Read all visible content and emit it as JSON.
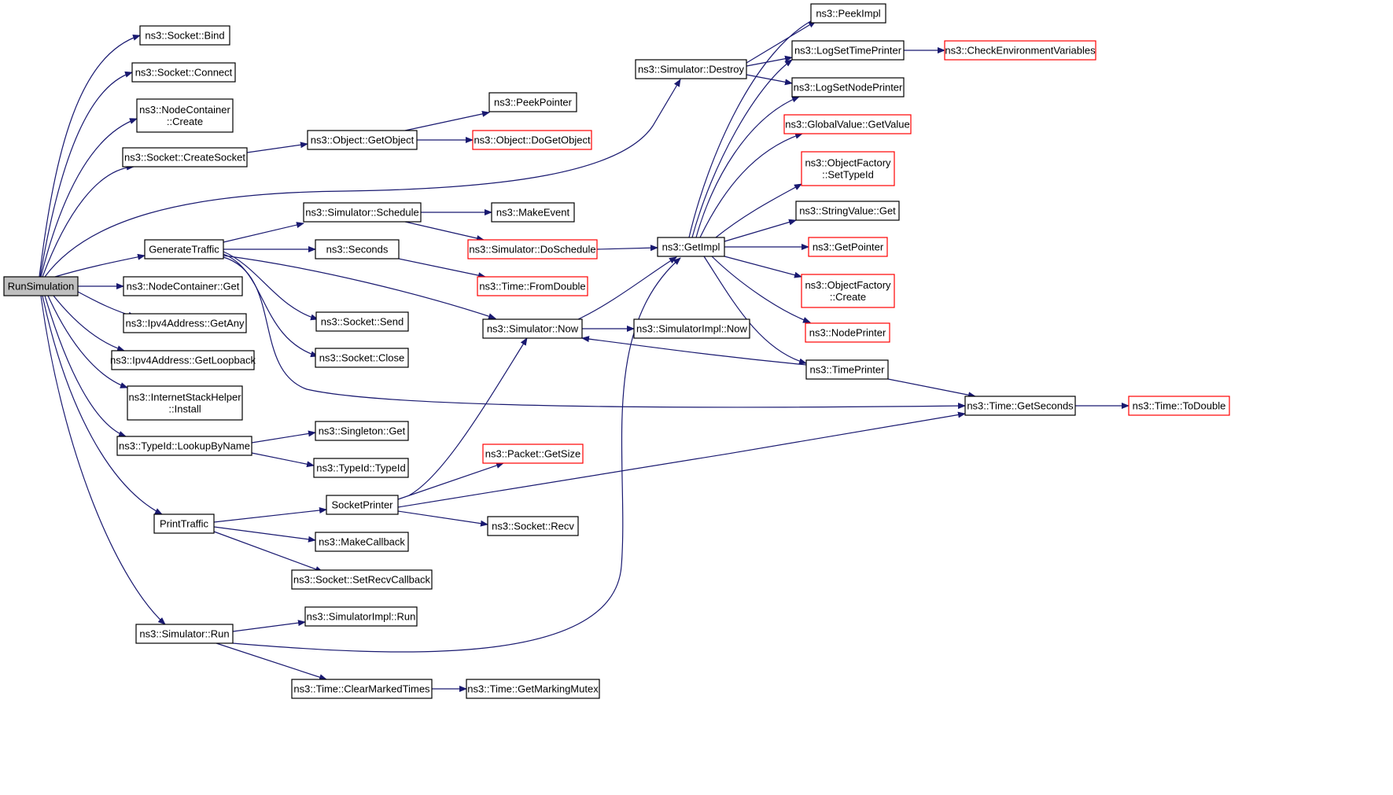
{
  "colors": {
    "edge": "#191970",
    "node_border": "#000000",
    "incomplete_border": "#ff0000",
    "root_fill": "#bfbfbf"
  },
  "nodes": [
    {
      "id": "run_simulation",
      "lines": [
        "RunSimulation"
      ],
      "style": "root"
    },
    {
      "id": "socket_bind",
      "lines": [
        "ns3::Socket::Bind"
      ]
    },
    {
      "id": "socket_connect",
      "lines": [
        "ns3::Socket::Connect"
      ]
    },
    {
      "id": "nodecontainer_create",
      "lines": [
        "ns3::NodeContainer",
        "::Create"
      ]
    },
    {
      "id": "socket_createsocket",
      "lines": [
        "ns3::Socket::CreateSocket"
      ]
    },
    {
      "id": "generate_traffic",
      "lines": [
        "GenerateTraffic"
      ]
    },
    {
      "id": "nodecontainer_get",
      "lines": [
        "ns3::NodeContainer::Get"
      ]
    },
    {
      "id": "ipv4_getany",
      "lines": [
        "ns3::Ipv4Address::GetAny"
      ]
    },
    {
      "id": "ipv4_getloopback",
      "lines": [
        "ns3::Ipv4Address::GetLoopback"
      ]
    },
    {
      "id": "internetstack_install",
      "lines": [
        "ns3::InternetStackHelper",
        "::Install"
      ]
    },
    {
      "id": "typeid_lookupbyname",
      "lines": [
        "ns3::TypeId::LookupByName"
      ]
    },
    {
      "id": "print_traffic",
      "lines": [
        "PrintTraffic"
      ]
    },
    {
      "id": "simulator_run",
      "lines": [
        "ns3::Simulator::Run"
      ]
    },
    {
      "id": "object_getobject",
      "lines": [
        "ns3::Object::GetObject"
      ]
    },
    {
      "id": "simulator_schedule",
      "lines": [
        "ns3::Simulator::Schedule"
      ]
    },
    {
      "id": "seconds",
      "lines": [
        "ns3::Seconds"
      ]
    },
    {
      "id": "socket_send",
      "lines": [
        "ns3::Socket::Send"
      ]
    },
    {
      "id": "socket_close",
      "lines": [
        "ns3::Socket::Close"
      ]
    },
    {
      "id": "singleton_get",
      "lines": [
        "ns3::Singleton::Get"
      ]
    },
    {
      "id": "typeid_typeid",
      "lines": [
        "ns3::TypeId::TypeId"
      ]
    },
    {
      "id": "socket_printer",
      "lines": [
        "SocketPrinter"
      ]
    },
    {
      "id": "make_callback",
      "lines": [
        "ns3::MakeCallback"
      ]
    },
    {
      "id": "socket_setrecvcallback",
      "lines": [
        "ns3::Socket::SetRecvCallback"
      ]
    },
    {
      "id": "simulatorimpl_run",
      "lines": [
        "ns3::SimulatorImpl::Run"
      ]
    },
    {
      "id": "time_clearmarkedtimes",
      "lines": [
        "ns3::Time::ClearMarkedTimes"
      ]
    },
    {
      "id": "peek_pointer",
      "lines": [
        "ns3::PeekPointer"
      ]
    },
    {
      "id": "object_dogetobject",
      "lines": [
        "ns3::Object::DoGetObject"
      ],
      "style": "red"
    },
    {
      "id": "make_event",
      "lines": [
        "ns3::MakeEvent"
      ]
    },
    {
      "id": "simulator_doschedule",
      "lines": [
        "ns3::Simulator::DoSchedule"
      ],
      "style": "red"
    },
    {
      "id": "time_fromdouble",
      "lines": [
        "ns3::Time::FromDouble"
      ],
      "style": "red"
    },
    {
      "id": "simulator_now",
      "lines": [
        "ns3::Simulator::Now"
      ]
    },
    {
      "id": "packet_getsize",
      "lines": [
        "ns3::Packet::GetSize"
      ],
      "style": "red"
    },
    {
      "id": "socket_recv",
      "lines": [
        "ns3::Socket::Recv"
      ]
    },
    {
      "id": "time_getmarkingmutex",
      "lines": [
        "ns3::Time::GetMarkingMutex"
      ]
    },
    {
      "id": "simulator_destroy",
      "lines": [
        "ns3::Simulator::Destroy"
      ]
    },
    {
      "id": "get_impl",
      "lines": [
        "ns3::GetImpl"
      ]
    },
    {
      "id": "simulatorimpl_now",
      "lines": [
        "ns3::SimulatorImpl::Now"
      ]
    },
    {
      "id": "peek_impl",
      "lines": [
        "ns3::PeekImpl"
      ]
    },
    {
      "id": "log_settimeprinter",
      "lines": [
        "ns3::LogSetTimePrinter"
      ]
    },
    {
      "id": "log_setnodeprinter",
      "lines": [
        "ns3::LogSetNodePrinter"
      ]
    },
    {
      "id": "globalvalue_getvalue",
      "lines": [
        "ns3::GlobalValue::GetValue"
      ],
      "style": "red"
    },
    {
      "id": "objectfactory_settypeid",
      "lines": [
        "ns3::ObjectFactory",
        "::SetTypeId"
      ],
      "style": "red"
    },
    {
      "id": "stringvalue_get",
      "lines": [
        "ns3::StringValue::Get"
      ]
    },
    {
      "id": "get_pointer",
      "lines": [
        "ns3::GetPointer"
      ],
      "style": "red"
    },
    {
      "id": "objectfactory_create",
      "lines": [
        "ns3::ObjectFactory",
        "::Create"
      ],
      "style": "red"
    },
    {
      "id": "node_printer",
      "lines": [
        "ns3::NodePrinter"
      ],
      "style": "red"
    },
    {
      "id": "time_printer",
      "lines": [
        "ns3::TimePrinter"
      ]
    },
    {
      "id": "time_getseconds",
      "lines": [
        "ns3::Time::GetSeconds"
      ]
    },
    {
      "id": "check_env_vars",
      "lines": [
        "ns3::CheckEnvironmentVariables"
      ],
      "style": "red"
    },
    {
      "id": "time_todouble",
      "lines": [
        "ns3::Time::ToDouble"
      ],
      "style": "red"
    }
  ],
  "edges": [
    [
      "run_simulation",
      "socket_bind"
    ],
    [
      "run_simulation",
      "socket_connect"
    ],
    [
      "run_simulation",
      "nodecontainer_create"
    ],
    [
      "run_simulation",
      "socket_createsocket"
    ],
    [
      "run_simulation",
      "simulator_destroy"
    ],
    [
      "run_simulation",
      "generate_traffic"
    ],
    [
      "run_simulation",
      "nodecontainer_get"
    ],
    [
      "run_simulation",
      "ipv4_getany"
    ],
    [
      "run_simulation",
      "ipv4_getloopback"
    ],
    [
      "run_simulation",
      "internetstack_install"
    ],
    [
      "run_simulation",
      "typeid_lookupbyname"
    ],
    [
      "run_simulation",
      "print_traffic"
    ],
    [
      "run_simulation",
      "simulator_run"
    ],
    [
      "socket_createsocket",
      "object_getobject"
    ],
    [
      "object_getobject",
      "peek_pointer"
    ],
    [
      "object_getobject",
      "object_dogetobject"
    ],
    [
      "generate_traffic",
      "simulator_schedule"
    ],
    [
      "generate_traffic",
      "seconds"
    ],
    [
      "generate_traffic",
      "socket_send"
    ],
    [
      "generate_traffic",
      "socket_close"
    ],
    [
      "generate_traffic",
      "simulator_now"
    ],
    [
      "generate_traffic",
      "time_getseconds"
    ],
    [
      "simulator_schedule",
      "make_event"
    ],
    [
      "simulator_schedule",
      "simulator_doschedule"
    ],
    [
      "seconds",
      "time_fromdouble"
    ],
    [
      "simulator_doschedule",
      "get_impl"
    ],
    [
      "typeid_lookupbyname",
      "singleton_get"
    ],
    [
      "typeid_lookupbyname",
      "typeid_typeid"
    ],
    [
      "print_traffic",
      "socket_printer"
    ],
    [
      "print_traffic",
      "make_callback"
    ],
    [
      "print_traffic",
      "socket_setrecvcallback"
    ],
    [
      "socket_printer",
      "packet_getsize"
    ],
    [
      "socket_printer",
      "simulator_now"
    ],
    [
      "socket_printer",
      "socket_recv"
    ],
    [
      "socket_printer",
      "time_getseconds"
    ],
    [
      "simulator_run",
      "simulatorimpl_run"
    ],
    [
      "simulator_run",
      "get_impl"
    ],
    [
      "simulator_run",
      "time_clearmarkedtimes"
    ],
    [
      "time_clearmarkedtimes",
      "time_getmarkingmutex"
    ],
    [
      "simulator_now",
      "get_impl"
    ],
    [
      "simulator_now",
      "simulatorimpl_now"
    ],
    [
      "simulator_destroy",
      "peek_impl"
    ],
    [
      "simulator_destroy",
      "log_settimeprinter"
    ],
    [
      "simulator_destroy",
      "log_setnodeprinter"
    ],
    [
      "get_impl",
      "peek_impl"
    ],
    [
      "get_impl",
      "log_settimeprinter"
    ],
    [
      "get_impl",
      "log_setnodeprinter"
    ],
    [
      "get_impl",
      "globalvalue_getvalue"
    ],
    [
      "get_impl",
      "objectfactory_settypeid"
    ],
    [
      "get_impl",
      "stringvalue_get"
    ],
    [
      "get_impl",
      "get_pointer"
    ],
    [
      "get_impl",
      "objectfactory_create"
    ],
    [
      "get_impl",
      "node_printer"
    ],
    [
      "get_impl",
      "time_printer"
    ],
    [
      "time_printer",
      "simulator_now"
    ],
    [
      "time_printer",
      "time_getseconds"
    ],
    [
      "log_settimeprinter",
      "check_env_vars"
    ],
    [
      "time_getseconds",
      "time_todouble"
    ]
  ]
}
